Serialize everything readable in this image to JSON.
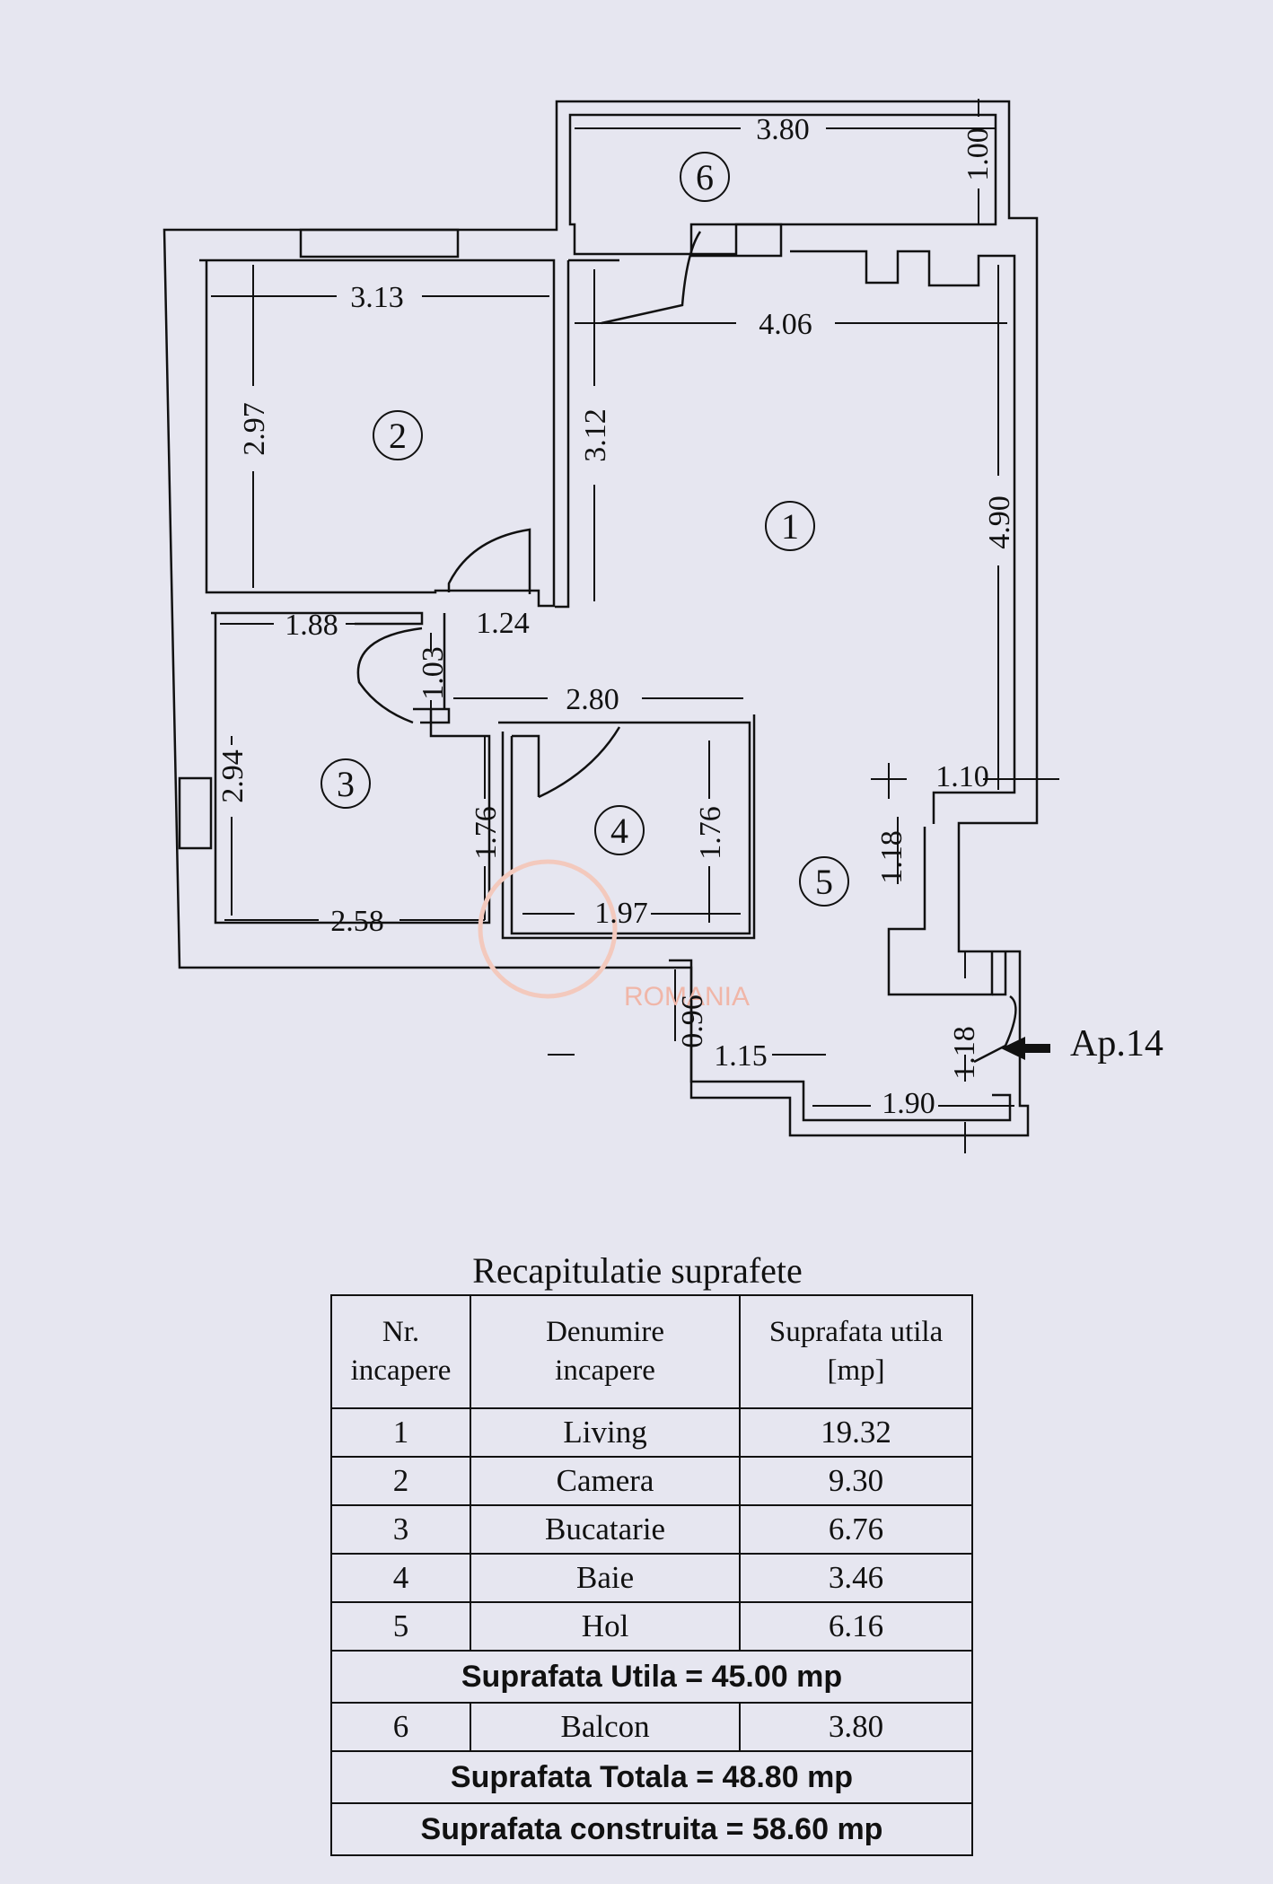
{
  "plan": {
    "rooms": [
      {
        "no": "1"
      },
      {
        "no": "2"
      },
      {
        "no": "3"
      },
      {
        "no": "4"
      },
      {
        "no": "5"
      },
      {
        "no": "6"
      }
    ],
    "dims": {
      "balcony_width": "3.80",
      "balcony_depth": "1.00",
      "room2_width": "3.13",
      "room2_height": "2.97",
      "living_wall": "3.12",
      "living_width": "4.06",
      "living_depth": "4.90",
      "door_gap": "1.24",
      "kitchen_top": "1.88",
      "corridor_height": "1.03",
      "corridor_width": "2.80",
      "kitchen_height": "2.94",
      "kitchen_side": "1.76",
      "kitchen_width": "2.58",
      "bath_height": "1.76",
      "bath_width": "1.97",
      "hall_right": "1.10",
      "hall_step": "1.18",
      "entry_depth": "0.96",
      "entry_width": "1.15",
      "entry_door": "1.18",
      "entry_bottom": "1.90"
    },
    "entrance_label": "Ap.14",
    "watermark": "ROMANIA"
  },
  "summary": {
    "title": "Recapitulatie suprafete",
    "headers": {
      "nr": [
        "Nr.",
        "incapere"
      ],
      "name": [
        "Denumire",
        "incapere"
      ],
      "area": [
        "Suprafata utila",
        "[mp]"
      ]
    },
    "rows": [
      {
        "nr": "1",
        "name": "Living",
        "area": "19.32"
      },
      {
        "nr": "2",
        "name": "Camera",
        "area": "9.30"
      },
      {
        "nr": "3",
        "name": "Bucatarie",
        "area": "6.76"
      },
      {
        "nr": "4",
        "name": "Baie",
        "area": "3.46"
      },
      {
        "nr": "5",
        "name": "Hol",
        "area": "6.16"
      }
    ],
    "utila": "Suprafata Utila  =  45.00 mp",
    "balcony_row": {
      "nr": "6",
      "name": "Balcon",
      "area": "3.80"
    },
    "totala": "Suprafata Totala  =  48.80 mp",
    "construita": "Suprafata  construita  =  58.60 mp"
  }
}
